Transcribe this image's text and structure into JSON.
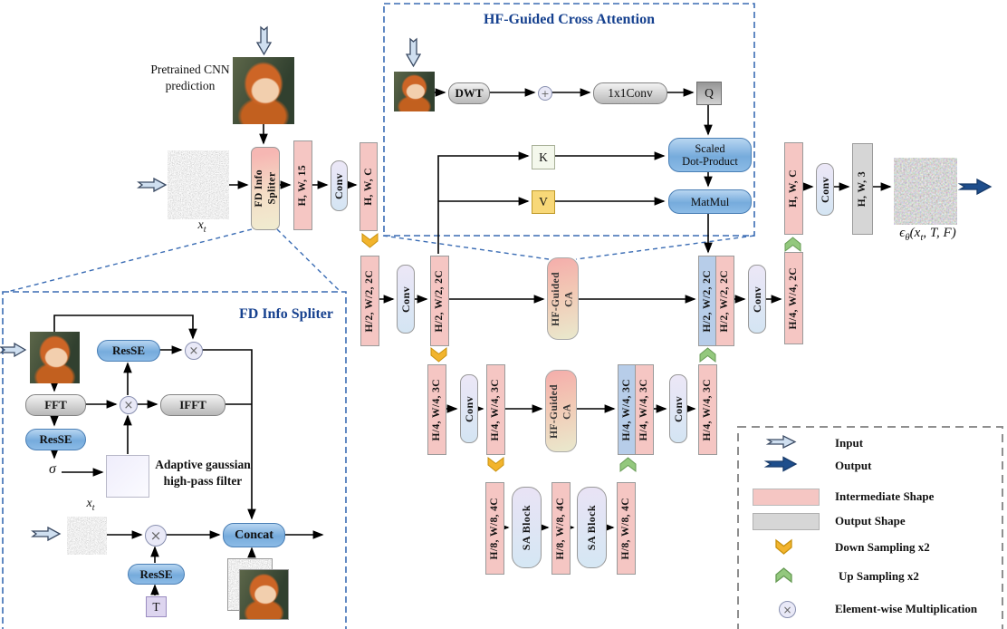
{
  "palette": {
    "intermediate_pink": "#f5c6c3",
    "output_gray": "#d6d6d6",
    "skip_blue": "#b7cde9",
    "attention_pill_blue": "#76abdc",
    "down_sampling_yellow": "#f2b42d",
    "up_sampling_green": "#93c87d",
    "dashed_box_blue": "#3a6cb4",
    "dashed_box_gray": "#8f8f8f",
    "title_blue": "#16418f",
    "input_arrow_fill": "#cfdff0",
    "output_arrow_fill": "#1e4e8c"
  },
  "stage1": {
    "pretrained_caption": "Pretrained CNN prediction",
    "xt": {
      "base": "x",
      "sub": "t"
    },
    "fd_block": {
      "line1": "FD Info",
      "line2": "Spliter"
    },
    "shape_in": "H, W, 15",
    "conv": "Conv",
    "shape_out": "H, W, C"
  },
  "hf_attention": {
    "title": "HF-Guided Cross Attention",
    "dwt": "DWT",
    "plus": "+",
    "conv1x1": "1x1Conv",
    "q": "Q",
    "k": "K",
    "v": "V",
    "scaled_dot_product": {
      "line1": "Scaled",
      "line2": "Dot-Product"
    },
    "matmul": "MatMul"
  },
  "unet": {
    "row2": {
      "b_in": "H/2, W/2, 2C",
      "conv_in": "Conv",
      "b_mid": "H/2, W/2, 2C",
      "ca": {
        "line1": "HF-Guided",
        "line2": "CA"
      },
      "b_skip": "H/2, W/2, 2C",
      "b_cat": "H/2, W/2, 2C",
      "conv_out": "Conv",
      "b_out": "H/4, W/4, 2C"
    },
    "row3": {
      "b_in": "H/4, W/4, 3C",
      "conv_in": "Conv",
      "b_mid": "H/4, W/4, 3C",
      "ca": {
        "line1": "HF-Guided",
        "line2": "CA"
      },
      "b_skip": "H/4, W/4, 3C",
      "b_cat": "H/4, W/4, 3C",
      "conv_out": "Conv",
      "b_out": "H/4, W/4, 3C"
    },
    "row4": {
      "b_in": "H/8, W/8, 4C",
      "sa1": "SA Block",
      "b_mid": "H/8, W/8, 4C",
      "sa2": "SA Block",
      "b_out": "H/8, W/8, 4C"
    }
  },
  "output_stage": {
    "shape_in": "H, W, C",
    "conv": "Conv",
    "shape_out": "H, W, 3",
    "eps": {
      "e": "ϵ",
      "theta": "θ",
      "mid": "(x",
      "sub": "t",
      "tail": ", T, F)"
    }
  },
  "fd_splitter": {
    "title": "FD Info Spliter",
    "fft": "FFT",
    "ifft": "IFFT",
    "resse_top": "ResSE",
    "resse_left": "ResSE",
    "resse_bottom": "ResSE",
    "sigma": "σ",
    "filter_caption": {
      "line1": "Adaptive gaussian",
      "line2": "high-pass filter"
    },
    "xt": {
      "base": "x",
      "sub": "t"
    },
    "concat": "Concat",
    "t": "T",
    "mult": "×"
  },
  "legend": {
    "input": "Input",
    "output": "Output",
    "intermediate": "Intermediate Shape",
    "output_shape": "Output Shape",
    "down": "Down Sampling x2",
    "up": "Up Sampling x2",
    "mult": "Element-wise Multiplication"
  }
}
